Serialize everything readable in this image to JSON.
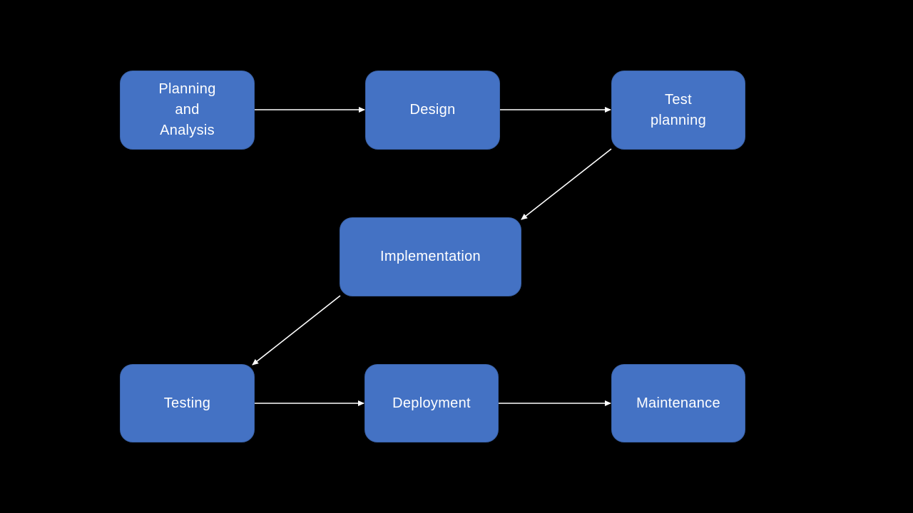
{
  "diagram": {
    "background_color": "#000000",
    "node_color": "#4472C4",
    "text_color": "#ffffff",
    "arrow_color": "#ffffff",
    "nodes": {
      "planning": {
        "label": "Planning\nand\nAnalysis"
      },
      "design": {
        "label": "Design"
      },
      "test_planning": {
        "label": "Test\nplanning"
      },
      "implementation": {
        "label": "Implementation"
      },
      "testing": {
        "label": "Testing"
      },
      "deployment": {
        "label": "Deployment"
      },
      "maintenance": {
        "label": "Maintenance"
      }
    },
    "edges": [
      {
        "from": "planning",
        "to": "design"
      },
      {
        "from": "design",
        "to": "test_planning"
      },
      {
        "from": "test_planning",
        "to": "implementation"
      },
      {
        "from": "implementation",
        "to": "testing"
      },
      {
        "from": "testing",
        "to": "deployment"
      },
      {
        "from": "deployment",
        "to": "maintenance"
      }
    ]
  }
}
